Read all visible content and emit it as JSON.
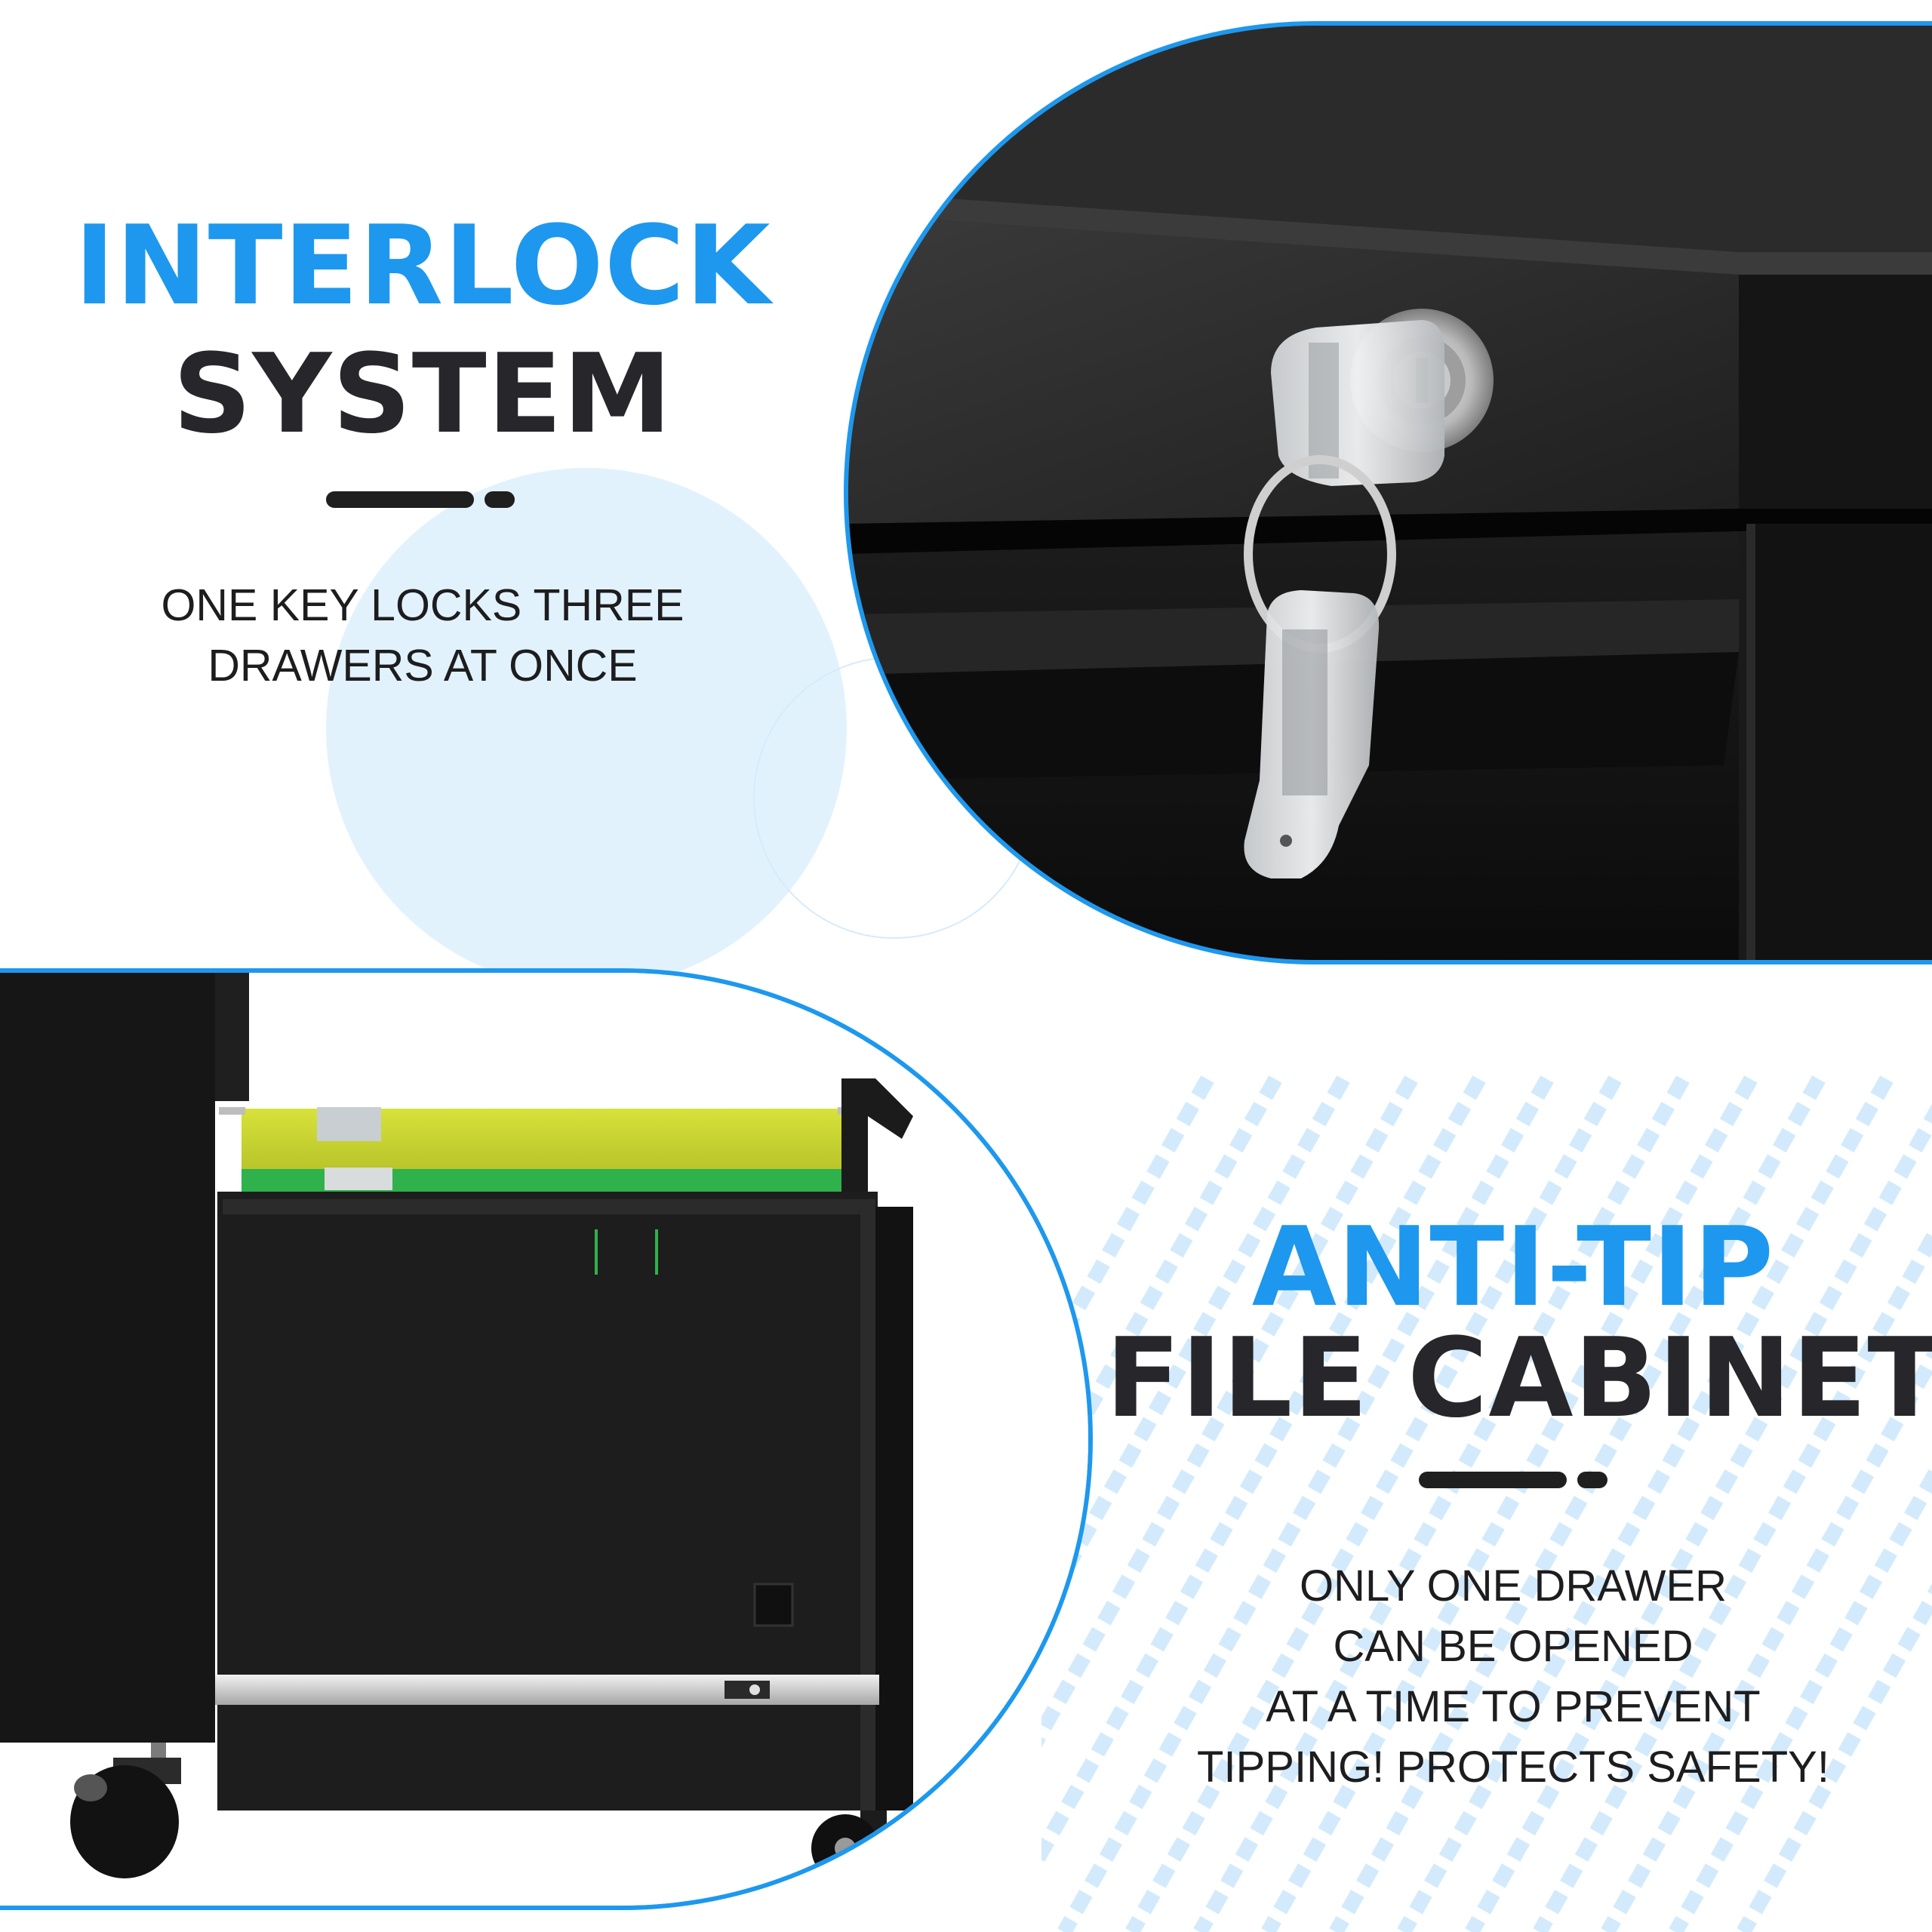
{
  "section_top": {
    "title_line1": "INTERLOCK",
    "title_line2": "SYSTEM",
    "description_line1": "ONE KEY LOCKS THREE",
    "description_line2": "DRAWERS AT ONCE"
  },
  "section_bottom": {
    "title_line1": "ANTI-TIP",
    "title_line2": "FILE CABINET",
    "description_line1": "ONLY ONE DRAWER",
    "description_line2": "CAN BE OPENED",
    "description_line3": "AT A TIME TO PREVENT",
    "description_line4": "TIPPING! PROTECTS SAFETY!"
  },
  "colors": {
    "accent_blue": "#1d98ee",
    "title_dark": "#26262b",
    "text_dark": "#1d1d1f",
    "cabinet_black": "#141414",
    "light_circle": "#e2f2fd",
    "stripe_blue": "#d2eafc"
  },
  "icons": {
    "lock": "lock-with-key-icon",
    "divider": "dash-divider-icon"
  }
}
